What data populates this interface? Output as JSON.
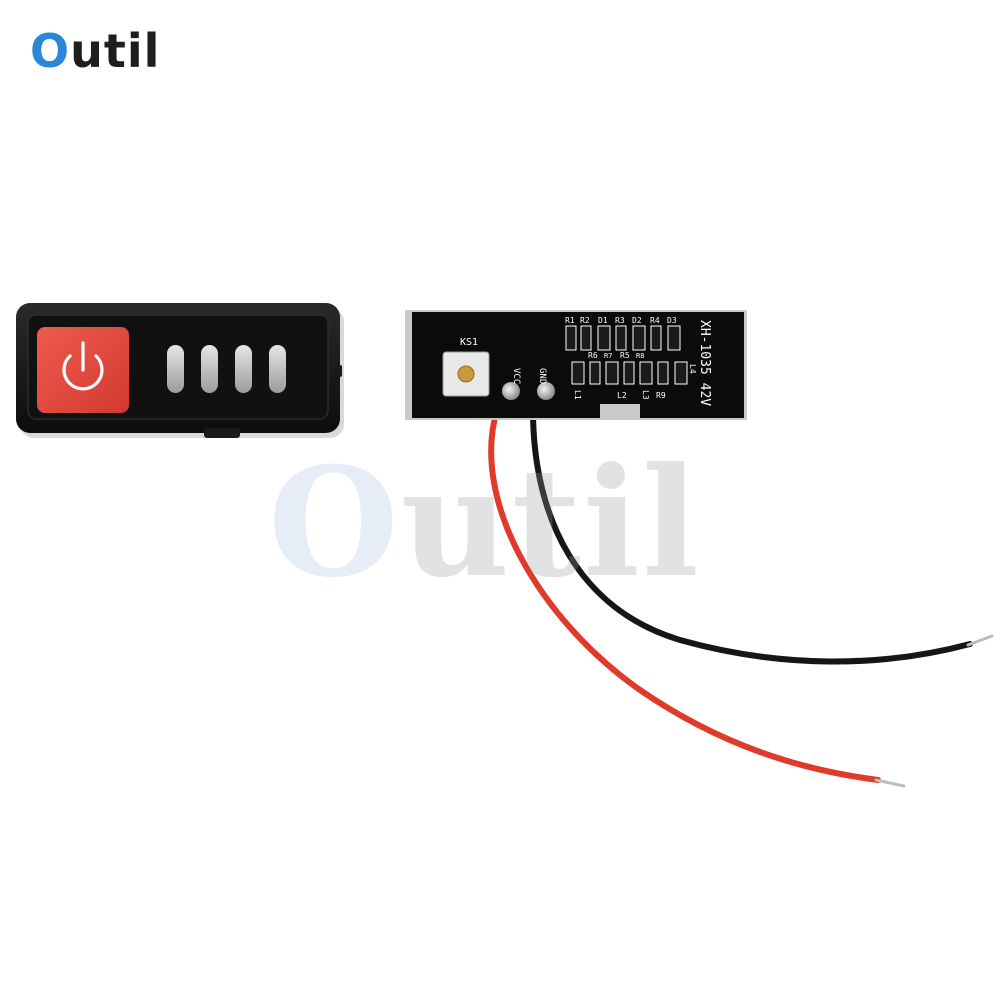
{
  "brand": {
    "name": "Outil",
    "name_o": "O",
    "name_rest": "util",
    "colors": {
      "o": "#2a86d6",
      "rest": "#1e1e1e"
    }
  },
  "watermark": {
    "name_o": "O",
    "name_rest": "util",
    "colors": {
      "o": "#a7bfe4",
      "rest": "#9a9aa4"
    }
  },
  "switch_panel": {
    "button_icon": "power-icon",
    "button_color": "#e0443a",
    "indicator_count": 4
  },
  "pcb": {
    "model": "XH-1035 42V",
    "button_label": "KS1",
    "pins": [
      "VCC",
      "GND"
    ],
    "components_top": [
      "R1",
      "R2",
      "D1",
      "R3",
      "D2",
      "R4",
      "D3"
    ],
    "components_bottom": [
      "R6",
      "R5",
      "R7",
      "R8",
      "R9",
      "L1",
      "L2",
      "L3",
      "L4"
    ]
  },
  "wires": [
    {
      "name": "vcc-wire",
      "color": "#e03a2a"
    },
    {
      "name": "gnd-wire",
      "color": "#161616"
    }
  ]
}
